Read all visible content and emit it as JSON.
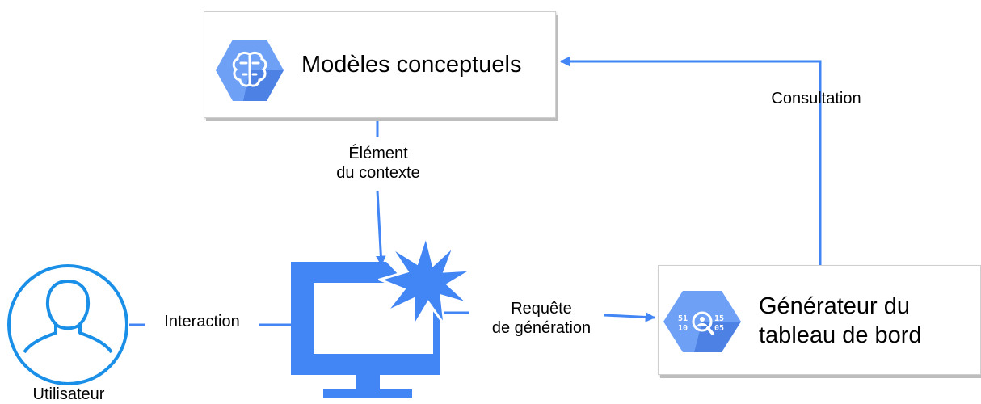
{
  "nodes": {
    "models": {
      "label": "Modèles conceptuels",
      "icon": "brain-icon"
    },
    "generator": {
      "label": "Générateur du tableau de bord",
      "icon": "data-search-icon",
      "icon_digits": [
        "51",
        "10",
        "15",
        "05"
      ]
    },
    "user": {
      "label": "Utilisateur",
      "icon": "user-icon"
    },
    "screen": {
      "icon": "monitor-icon",
      "badge_icon": "burst-icon"
    }
  },
  "edges": {
    "context": {
      "label_line1": "Élément",
      "label_line2": "du contexte"
    },
    "consultation": {
      "label": "Consultation"
    },
    "interaction": {
      "label": "Interaction"
    },
    "request": {
      "label_line1": "Requête",
      "label_line2": "de génération"
    }
  },
  "colors": {
    "accent": "#4285f4",
    "hex_light": "#6ea1f6",
    "hex_dark": "#3367d6",
    "user_circle": "#1a8fe8"
  }
}
